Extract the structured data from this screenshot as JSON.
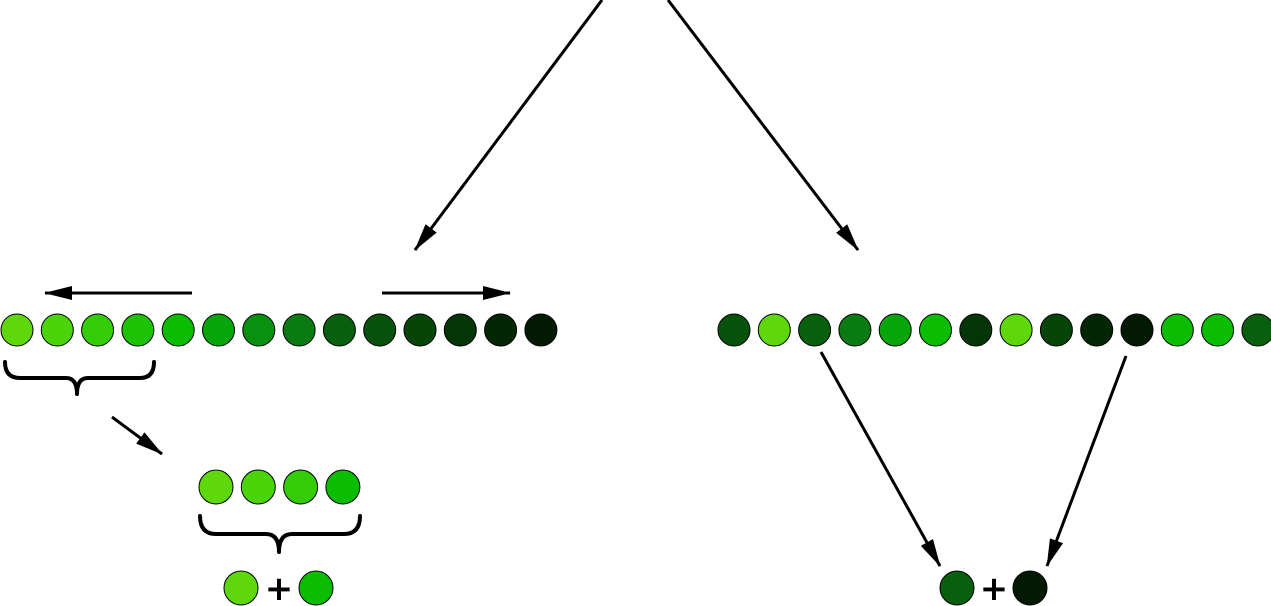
{
  "palette": {
    "c1": "#5ed80b",
    "c2": "#4cd40a",
    "c3": "#33cc06",
    "c4": "#1ec204",
    "c5": "#0bbd00",
    "c6": "#06a50a",
    "c7": "#08900f",
    "c8": "#0a7a12",
    "c9": "#085f0e",
    "c10": "#06520b",
    "c11": "#054508",
    "c12": "#043507",
    "c13": "#032604",
    "c14": "#021a02",
    "arrow": "#000000",
    "outline": "#000000"
  },
  "left_row": [
    "c1",
    "c2",
    "c3",
    "c4",
    "c5",
    "c6",
    "c7",
    "c8",
    "c9",
    "c10",
    "c11",
    "c12",
    "c13",
    "c14"
  ],
  "left_subset": [
    "c1",
    "c2",
    "c3",
    "c5"
  ],
  "left_combine": {
    "a": "c1",
    "b": "c5",
    "operator": "+"
  },
  "right_row": [
    "c10",
    "c1",
    "c9",
    "c8",
    "c6",
    "c5",
    "c12",
    "c1",
    "c11",
    "c13",
    "c14",
    "c5",
    "c5",
    "c9"
  ],
  "right_combine": {
    "a": "c9",
    "b": "c14",
    "operator": "+"
  }
}
